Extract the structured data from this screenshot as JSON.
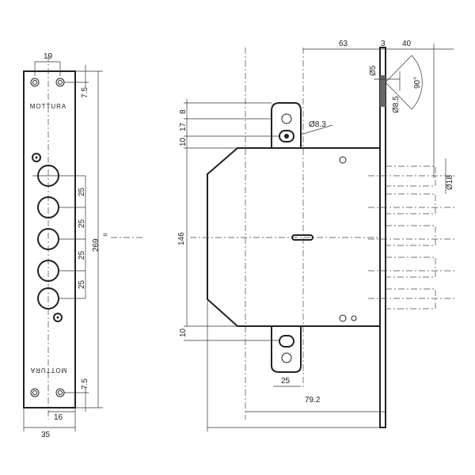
{
  "brand_top": "MOTTURA",
  "brand_bottom": "MOTTURA",
  "faceplate_dims": {
    "spacing_top": "19",
    "edge_top": "7.5",
    "edge_bottom": "7.5",
    "pitch": [
      "25",
      "25",
      "25",
      "25"
    ],
    "length": "269",
    "eq_mark": "=",
    "width": "35",
    "offset": "16"
  },
  "lock_dims": {
    "backset": "63",
    "plate": "3",
    "throw": "40",
    "hole_small": "Ø5",
    "hole_large": "Ø8.5",
    "angle": "90°",
    "tab_hole": "Ø8.3",
    "bolt_dia": "Ø18",
    "tab_a": "8",
    "tab_b": "17",
    "tab_c": "10",
    "height": "146",
    "tab_d": "10",
    "tab_width": "25",
    "depth": "79.2"
  }
}
